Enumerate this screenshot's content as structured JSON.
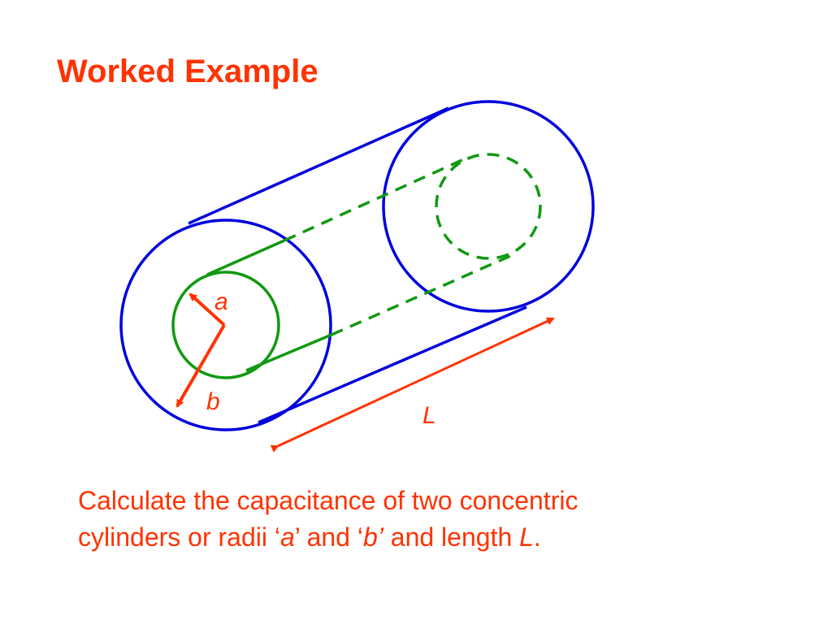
{
  "slide": {
    "title": "Worked Example",
    "colors": {
      "title": "#ff3300",
      "outer_cylinder": "#0000dd",
      "inner_cylinder": "#119911",
      "annotation": "#ff3300"
    }
  },
  "diagram": {
    "label_a": "a",
    "label_b": "b",
    "label_L": "L"
  },
  "caption": {
    "line1": "Calculate the capacitance of two concentric",
    "line2_part1": "cylinders or radii ‘",
    "var_a": "a",
    "line2_part2": "’ and ‘",
    "var_b": "b’",
    "line2_part3": " and length ",
    "var_L": "L",
    "line2_end": "."
  }
}
